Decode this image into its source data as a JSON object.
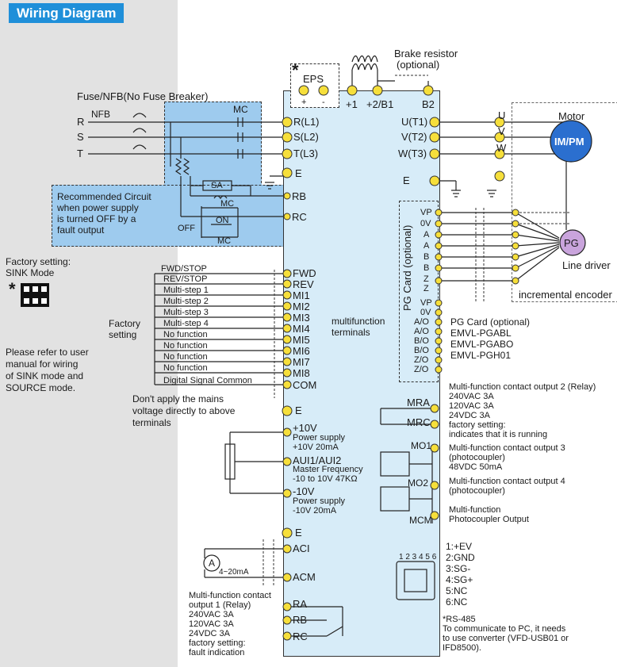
{
  "title": "Wiring Diagram",
  "power": {
    "fuse_label": "Fuse/NFB(No Fuse Breaker)",
    "nfb_label": "NFB",
    "mc_label": "MC",
    "inputs": [
      "R",
      "S",
      "T"
    ],
    "terminals": [
      "R(L1)",
      "S(L2)",
      "T(L3)",
      "E"
    ],
    "recommended_circuit": [
      "Recommended Circuit",
      " when power supply",
      "is turned OFF by a",
      "fault output"
    ],
    "sa_label": "SA",
    "mc2_label": "MC",
    "off_label": "OFF",
    "on_label": "ON",
    "mc3_label": "MC",
    "rb_label": "RB",
    "rc_label": "RC"
  },
  "eps": {
    "star": "*",
    "label": "EPS",
    "plus": "+",
    "minus": "-"
  },
  "dc_terminals": [
    "+1",
    "+2/B1",
    "B2"
  ],
  "brake": [
    "Brake resistor",
    "(optional)"
  ],
  "motor": {
    "title": "Motor",
    "label": "IM/PM",
    "phases": [
      "U",
      "V",
      "W"
    ],
    "terminals": [
      "U(T1)",
      "V(T2)",
      "W(T3)",
      "E"
    ]
  },
  "pg": {
    "card_label": "PG Card (optional)",
    "signals": [
      "VP",
      "0V",
      "A",
      "A",
      "B",
      "B",
      "Z",
      "Z"
    ],
    "outputs": [
      "VP",
      "0V",
      "A/O",
      "A/O",
      "B/O",
      "B/O",
      "Z/O",
      "Z/O"
    ],
    "label": "PG",
    "line_driver": "Line driver",
    "encoder": "incremental encoder",
    "cards_title": "PG Card (optional)",
    "cards": [
      "EMVL-PGABL",
      "EMVL-PGABO",
      "EMVL-PGH01"
    ]
  },
  "sink": {
    "factory": "Factory setting:",
    "mode": "SINK Mode",
    "star": "*",
    "note": [
      "Please refer to user",
      "manual for wiring",
      "of SINK mode and",
      "SOURCE mode."
    ]
  },
  "digital": {
    "functions": [
      "FWD/STOP",
      "REV/STOP",
      "Multi-step 1",
      "Multi-step 2",
      "Multi-step 3",
      "Multi-step 4",
      "No function",
      "No function",
      "No function",
      "No function",
      "Digital Signal Common"
    ],
    "terminals": [
      "FWD",
      "REV",
      "MI1",
      "MI2",
      "MI3",
      "MI4",
      "MI5",
      "MI6",
      "MI7",
      "MI8",
      "COM"
    ],
    "factory": [
      "Factory",
      "setting"
    ],
    "multifunction": [
      "multifunction",
      "terminals"
    ],
    "warning": [
      "Don't apply the mains",
      "voltage directly to above",
      "terminals"
    ]
  },
  "analog": {
    "e": "E",
    "p10v": "+10V",
    "p10v_desc": [
      "Power supply",
      "+10V 20mA"
    ],
    "aui": "AUI1/AUI2",
    "aui_desc": [
      "Master Frequency",
      "-10 to 10V 47KΩ"
    ],
    "n10v": "-10V",
    "n10v_desc": [
      "Power supply",
      "-10V 20mA"
    ],
    "e2": "E",
    "aci": "ACI",
    "acm": "ACM",
    "meter": "A",
    "meter_range": "4~20mA"
  },
  "relay1": {
    "desc": [
      "Multi-function contact",
      "output 1 (Relay)",
      "240VAC 3A",
      "120VAC 3A",
      "24VDC 3A",
      "factory setting:",
      "fault indication"
    ],
    "terminals": [
      "RA",
      "RB",
      "RC"
    ]
  },
  "relay2": {
    "terminals": [
      "MRA",
      "MRC"
    ],
    "desc": [
      "Multi-function contact output 2 (Relay)",
      "240VAC 3A",
      "120VAC 3A",
      "24VDC 3A",
      "factory setting:",
      "indicates that it is running"
    ]
  },
  "mo1": {
    "label": "MO1",
    "desc": [
      "Multi-function contact output 3",
      "(photocoupler)",
      "48VDC 50mA"
    ]
  },
  "mo2": {
    "label": "MO2",
    "desc": [
      "Multi-function contact output 4",
      "(photocoupler)"
    ]
  },
  "mcm": {
    "label": "MCM",
    "desc": [
      "Multi-function",
      "Photocoupler Output"
    ]
  },
  "rs485": {
    "pins_header": "1 2 3 4 5 6",
    "pins": [
      "1:+EV",
      "2:GND",
      "3:SG-",
      "4:SG+",
      "5:NC",
      "6:NC"
    ],
    "note": [
      "*RS-485",
      "To communicate to PC, it needs",
      "to use converter (VFD-USB01 or",
      "IFD8500)."
    ]
  },
  "colors": {
    "title_bg": "#1f8fd9",
    "panel_bg": "#d7ecf8",
    "recommended_bg": "#9ecbee",
    "motor_fill": "#2b6fcf",
    "pg_fill": "#c9a4dc",
    "left_bg": "#e2e2e2"
  }
}
